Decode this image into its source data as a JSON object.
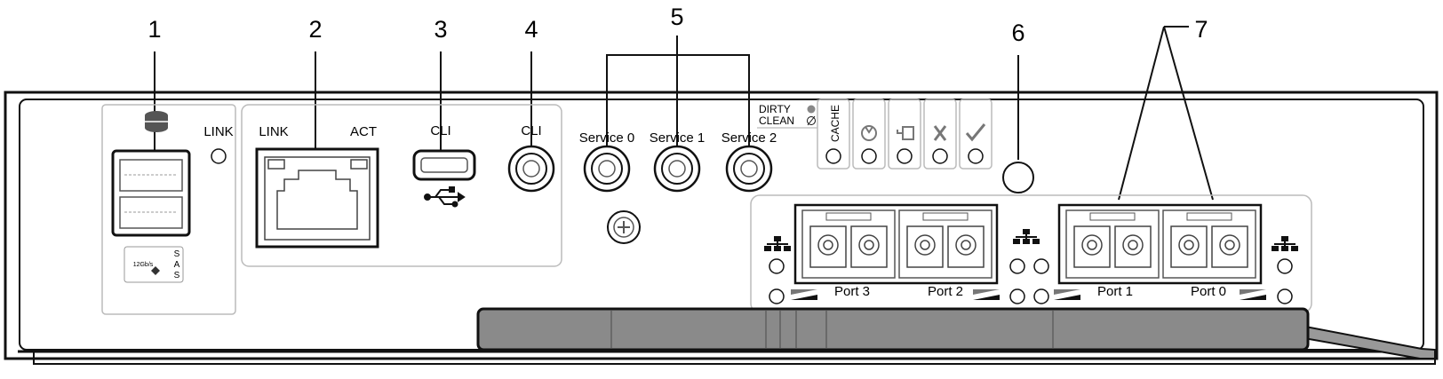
{
  "callouts": [
    "1",
    "2",
    "3",
    "4",
    "5",
    "6",
    "7"
  ],
  "sas": {
    "link_label": "LINK",
    "speed_label": "12Gb/s",
    "letters": [
      "S",
      "A",
      "S"
    ]
  },
  "ethernet": {
    "link_label": "LINK",
    "act_label": "ACT"
  },
  "usb": {
    "label": "CLI"
  },
  "serial": {
    "label": "CLI"
  },
  "service_ports": [
    "Service 0",
    "Service 1",
    "Service 2"
  ],
  "status": {
    "dirty_label": "DIRTY",
    "clean_label": "CLEAN",
    "cache_label": "CACHE"
  },
  "host_ports": [
    "Port 3",
    "Port 2",
    "Port 1",
    "Port 0"
  ],
  "icons": [
    "database-icon",
    "usb-icon",
    "network-icon",
    "activity-arrows-icon",
    "fault-x-icon",
    "checkmark-icon",
    "identify-icon",
    "unlock-icon",
    "screw-icon"
  ]
}
